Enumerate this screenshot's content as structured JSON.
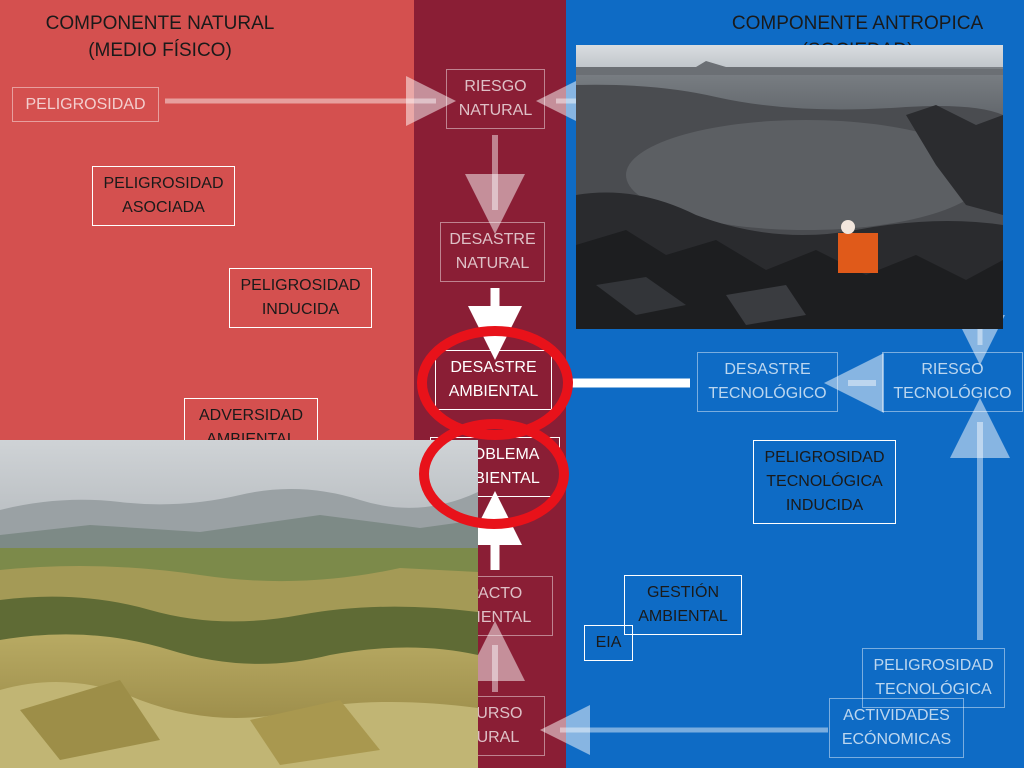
{
  "left_title": {
    "line1": "COMPONENTE NATURAL",
    "line2": "(MEDIO FÍSICO)"
  },
  "right_title": {
    "line1": "COMPONENTE ANTROPICA",
    "line2": "(SOCIEDAD)"
  },
  "boxes": {
    "peligrosidad": {
      "line1": "PELIGROSIDAD"
    },
    "peligrosidad_asociada": {
      "line1": "PELIGROSIDAD",
      "line2": "ASOCIADA"
    },
    "peligrosidad_inducida": {
      "line1": "PELIGROSIDAD",
      "line2": "INDUCIDA"
    },
    "adversidad_ambiental": {
      "line1": "ADVERSIDAD",
      "line2": "AMBIENTAL"
    },
    "riesgo_natural": {
      "line1": "RIESGO",
      "line2": "NATURAL"
    },
    "desastre_natural": {
      "line1": "DESASTRE",
      "line2": "NATURAL"
    },
    "desastre_ambiental": {
      "line1": "DESASTRE",
      "line2": "AMBIENTAL"
    },
    "problema_ambiental": {
      "line1": "PROBLEMA",
      "line2": "AMBIENTAL"
    },
    "impacto_ambiental": {
      "line1": "IMPACTO",
      "line2": "AMBIENTAL"
    },
    "recurso_natural": {
      "line1": "RECURSO",
      "line2": "NATURAL"
    },
    "desastre_tecnologico": {
      "line1": "DESASTRE",
      "line2": "TECNOLÓGICO"
    },
    "riesgo_tecnologico": {
      "line1": "RIESGO",
      "line2": "TECNOLÓGICO"
    },
    "peligrosidad_tecnologica_inducida": {
      "line1": "PELIGROSIDAD",
      "line2": "TECNOLÓGICA",
      "line3": "INDUCIDA"
    },
    "gestion_ambiental": {
      "line1": "GESTIÓN",
      "line2": "AMBIENTAL"
    },
    "eia": {
      "line1": "EIA"
    },
    "peligrosidad_tecnologica": {
      "line1": "PELIGROSIDAD",
      "line2": "TECNOLÓGICA"
    },
    "actividades_economicas": {
      "line1": "ACTIVIDADES",
      "line2": "ECÓNOMICAS"
    }
  },
  "images": {
    "oil_spill": "oil-spill-photo",
    "landscape": "badlands-landscape-photo"
  },
  "colors": {
    "natural_panel": "#d4504f",
    "central_band": "#8a1e35",
    "antropic_panel": "#0e6bc5",
    "highlight_ring": "#e8121a"
  }
}
